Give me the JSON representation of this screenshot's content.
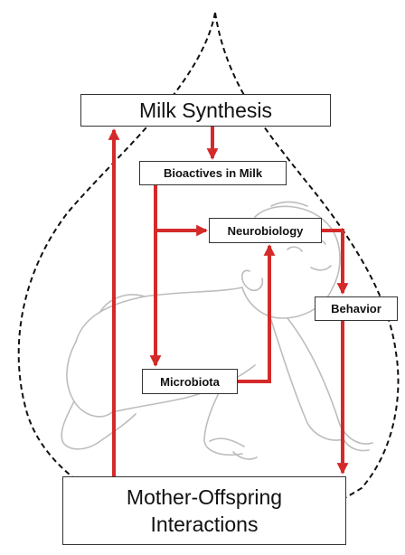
{
  "diagram": {
    "nodes": {
      "milk_synthesis": "Milk Synthesis",
      "bioactives": "Bioactives in Milk",
      "neurobiology": "Neurobiology",
      "behavior": "Behavior",
      "microbiota": "Microbiota",
      "mother_offspring_line1": "Mother-Offspring",
      "mother_offspring_line2": "Interactions"
    },
    "colors": {
      "arrow": "#d42a2a",
      "drop_outline": "#111111",
      "box_border": "#333333",
      "baby_sketch": "#bdbdbd"
    },
    "icons": [
      "milk-drop-outline",
      "crawling-baby-illustration"
    ]
  }
}
